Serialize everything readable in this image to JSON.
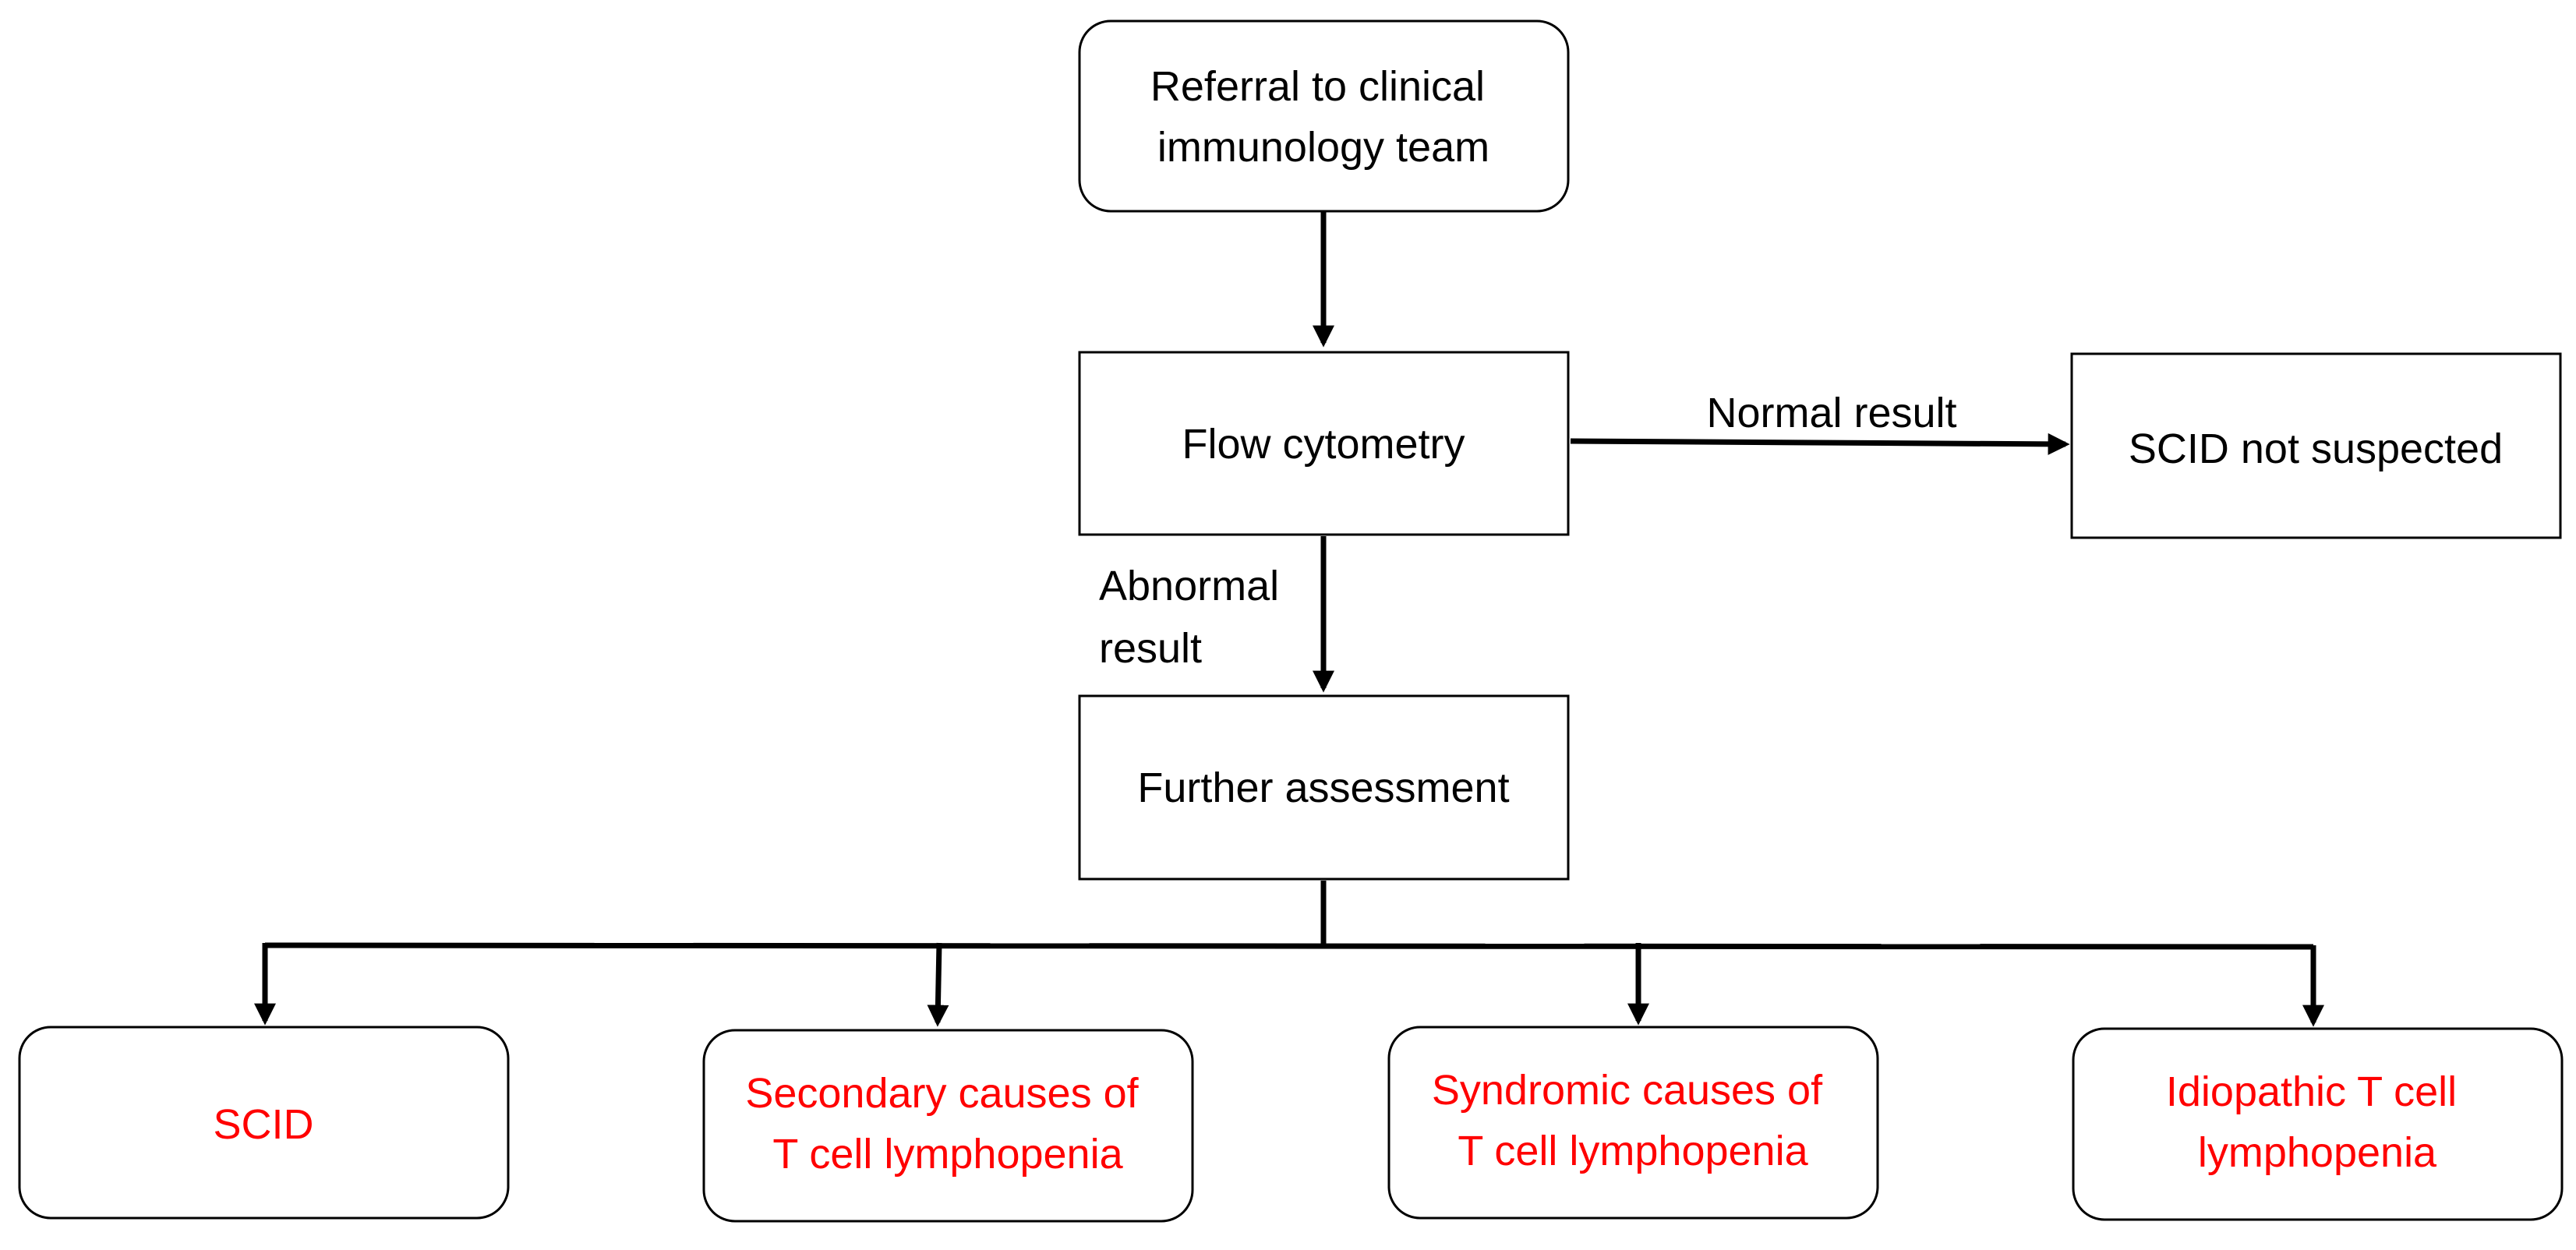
{
  "nodes": {
    "referral": {
      "lines": [
        "Referral to clinical",
        "immunology team"
      ]
    },
    "flow_cytometry": {
      "lines": [
        "Flow cytometry"
      ]
    },
    "scid_not_suspected": {
      "lines": [
        "SCID not suspected"
      ]
    },
    "further_assessment": {
      "lines": [
        "Further assessment"
      ]
    },
    "scid": {
      "lines": [
        "SCID"
      ]
    },
    "secondary_causes": {
      "lines": [
        "Secondary causes of",
        "T cell lymphopenia"
      ]
    },
    "syndromic_causes": {
      "lines": [
        "Syndromic causes of",
        "T cell lymphopenia"
      ]
    },
    "idiopathic": {
      "lines": [
        "Idiopathic T cell",
        "lymphopenia"
      ]
    }
  },
  "edge_labels": {
    "normal": [
      "Normal result"
    ],
    "abnormal": [
      "Abnormal",
      "result"
    ]
  },
  "colors": {
    "outcome_text": "#ff0000",
    "default_text": "#000000",
    "line": "#000000"
  }
}
